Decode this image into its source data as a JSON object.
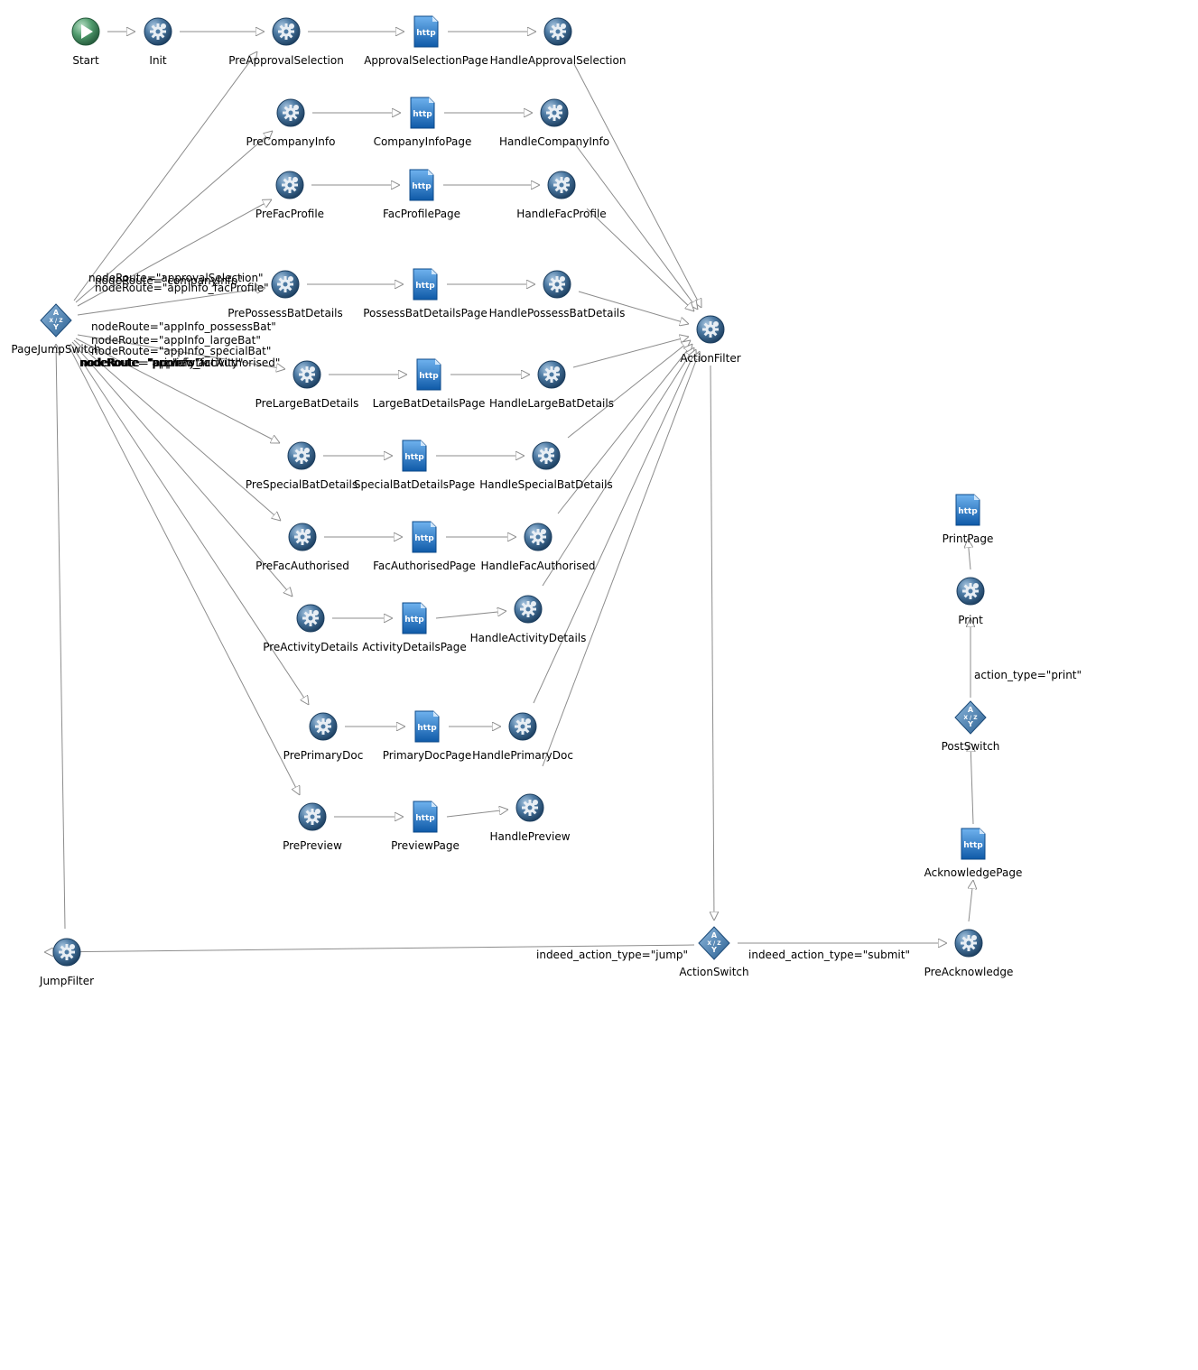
{
  "diagram": {
    "nodes": {
      "start": {
        "label": "Start",
        "type": "start"
      },
      "init": {
        "label": "Init",
        "type": "action"
      },
      "pre_approval_selection": {
        "label": "PreApprovalSelection",
        "type": "action"
      },
      "approval_selection_page": {
        "label": "ApprovalSelectionPage",
        "type": "page"
      },
      "handle_approval_selection": {
        "label": "HandleApprovalSelection",
        "type": "action"
      },
      "pre_company_info": {
        "label": "PreCompanyInfo",
        "type": "action"
      },
      "company_info_page": {
        "label": "CompanyInfoPage",
        "type": "page"
      },
      "handle_company_info": {
        "label": "HandleCompanyInfo",
        "type": "action"
      },
      "pre_fac_profile": {
        "label": "PreFacProfile",
        "type": "action"
      },
      "fac_profile_page": {
        "label": "FacProfilePage",
        "type": "page"
      },
      "handle_fac_profile": {
        "label": "HandleFacProfile",
        "type": "action"
      },
      "pre_possess_bat_details": {
        "label": "PrePossessBatDetails",
        "type": "action"
      },
      "possess_bat_details_page": {
        "label": "PossessBatDetailsPage",
        "type": "page"
      },
      "handle_possess_bat_details": {
        "label": "HandlePossessBatDetails",
        "type": "action"
      },
      "page_jump_switch": {
        "label": "PageJumpSwitch",
        "type": "switch"
      },
      "action_filter": {
        "label": "ActionFilter",
        "type": "action"
      },
      "pre_large_bat_details": {
        "label": "PreLargeBatDetails",
        "type": "action"
      },
      "large_bat_details_page": {
        "label": "LargeBatDetailsPage",
        "type": "page"
      },
      "handle_large_bat_details": {
        "label": "HandleLargeBatDetails",
        "type": "action"
      },
      "pre_special_bat_details": {
        "label": "PreSpecialBatDetails",
        "type": "action"
      },
      "special_bat_details_page": {
        "label": "SpecialBatDetailsPage",
        "type": "page"
      },
      "handle_special_bat_details": {
        "label": "HandleSpecialBatDetails",
        "type": "action"
      },
      "pre_fac_authorised": {
        "label": "PreFacAuthorised",
        "type": "action"
      },
      "fac_authorised_page": {
        "label": "FacAuthorisedPage",
        "type": "page"
      },
      "handle_fac_authorised": {
        "label": "HandleFacAuthorised",
        "type": "action"
      },
      "pre_activity_details": {
        "label": "PreActivityDetails",
        "type": "action"
      },
      "activity_details_page": {
        "label": "ActivityDetailsPage",
        "type": "page"
      },
      "handle_activity_details": {
        "label": "HandleActivityDetails",
        "type": "action"
      },
      "pre_primary_doc": {
        "label": "PrePrimaryDoc",
        "type": "action"
      },
      "primary_doc_page": {
        "label": "PrimaryDocPage",
        "type": "page"
      },
      "handle_primary_doc": {
        "label": "HandlePrimaryDoc",
        "type": "action"
      },
      "pre_preview": {
        "label": "PrePreview",
        "type": "action"
      },
      "preview_page": {
        "label": "PreviewPage",
        "type": "page"
      },
      "handle_preview": {
        "label": "HandlePreview",
        "type": "action"
      },
      "print_page": {
        "label": "PrintPage",
        "type": "page"
      },
      "print": {
        "label": "Print",
        "type": "action"
      },
      "post_switch": {
        "label": "PostSwitch",
        "type": "switch"
      },
      "acknowledge_page": {
        "label": "AcknowledgePage",
        "type": "page"
      },
      "jump_filter": {
        "label": "JumpFilter",
        "type": "action"
      },
      "action_switch": {
        "label": "ActionSwitch",
        "type": "switch"
      },
      "pre_acknowledge": {
        "label": "PreAcknowledge",
        "type": "action"
      }
    },
    "edge_labels": {
      "approval_selection": "nodeRoute=\"approvalSelection\"",
      "company_info": "nodeRoute=\"companyInfo\"",
      "fac_profile": "nodeRoute=\"appInfo_facProfile\"",
      "possess_bat": "nodeRoute=\"appInfo_possessBat\"",
      "large_bat": "nodeRoute=\"appInfo_largeBat\"",
      "special_bat": "nodeRoute=\"appInfo_specialBat\"",
      "fac_authorised": "nodeRoute=\"appInfo_facAuthorised\"",
      "activity": "nodeRoute=\"appInfo_activity\"",
      "primary_doc": "nodeRoute=\"primaryDoc\"",
      "preview": "nodeRoute=\"preview\"",
      "jump": "indeed_action_type=\"jump\"",
      "submit": "indeed_action_type=\"submit\"",
      "print": "action_type=\"print\""
    },
    "icon_names": {
      "start": "start-play-icon",
      "action": "gear-icon",
      "page": "http-page-icon",
      "switch": "switch-diamond-icon"
    },
    "colors": {
      "edge": "#8c8c8c",
      "gear_dark": "#1d4466",
      "gear_light": "#6f9cc4",
      "page_blue": "#1a73c8",
      "start_green": "#3a8a5a"
    }
  }
}
